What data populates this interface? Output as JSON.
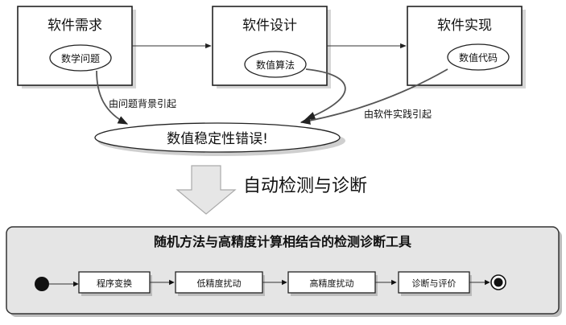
{
  "top_boxes": [
    {
      "title": "软件需求",
      "inner": "数学问题"
    },
    {
      "title": "软件设计",
      "inner": "数值算法"
    },
    {
      "title": "软件实现",
      "inner": "数值代码"
    }
  ],
  "labels": {
    "problem_background": "由问题背景引起",
    "software_practice": "由软件实践引起"
  },
  "error_ellipse": "数值稳定性错误!",
  "big_arrow_label": "自动检测与诊断",
  "tool": {
    "title": "随机方法与高精度计算相结合的检测诊断工具",
    "steps": [
      "程序变换",
      "低精度扰动",
      "高精度扰动",
      "诊断与评价"
    ]
  },
  "colors": {
    "tool_panel_fill": "#e5e5e5",
    "big_arrow_fill": "#e6e6e6",
    "stroke": "#222222"
  }
}
